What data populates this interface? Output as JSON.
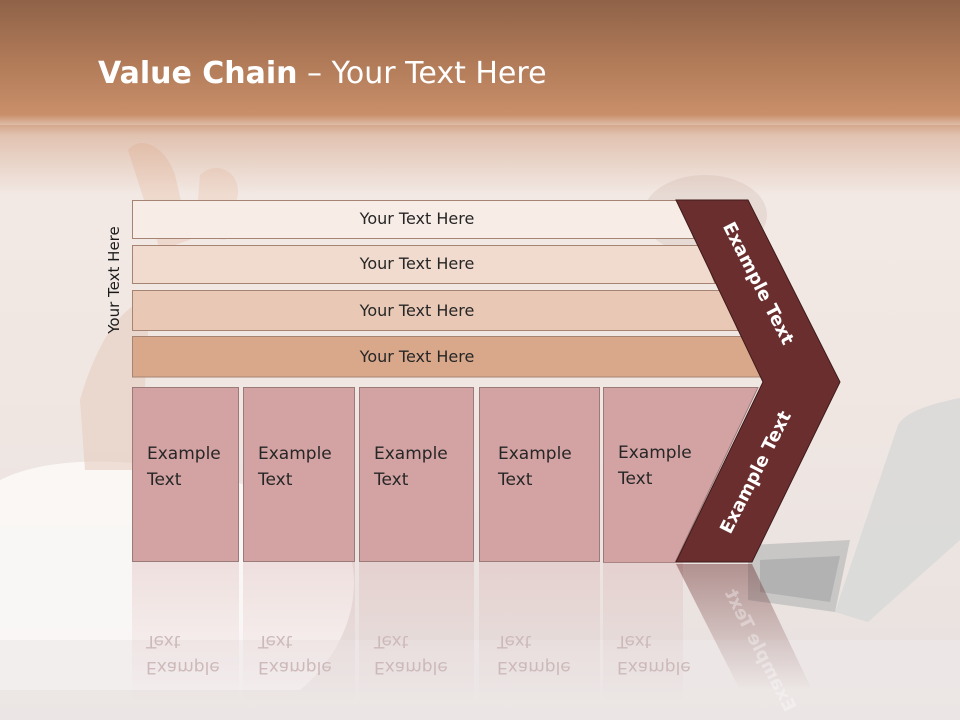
{
  "slide": {
    "title_bold": "Value Chain",
    "title_rest": " – Your Text Here",
    "vertical_label": "Your Text Here"
  },
  "bars": [
    {
      "label": "Your Text Here",
      "color": "#f8ece6"
    },
    {
      "label": "Your Text Here",
      "color": "#f1dbcf"
    },
    {
      "label": "Your Text Here",
      "color": "#e9c9b6"
    },
    {
      "label": "Your Text Here",
      "color": "#d9a88a"
    }
  ],
  "boxes": [
    {
      "text": "Example\nText"
    },
    {
      "text": "Example\nText"
    },
    {
      "text": "Example\nText"
    },
    {
      "text": "Example\nText"
    },
    {
      "text": "Example\nText"
    }
  ],
  "chevron": {
    "top_label": "Example Text",
    "bottom_label": "Example Text",
    "color": "#6b2e2f"
  },
  "colors": {
    "box_fill": "#d3a2a3",
    "header": "#b07a58"
  }
}
